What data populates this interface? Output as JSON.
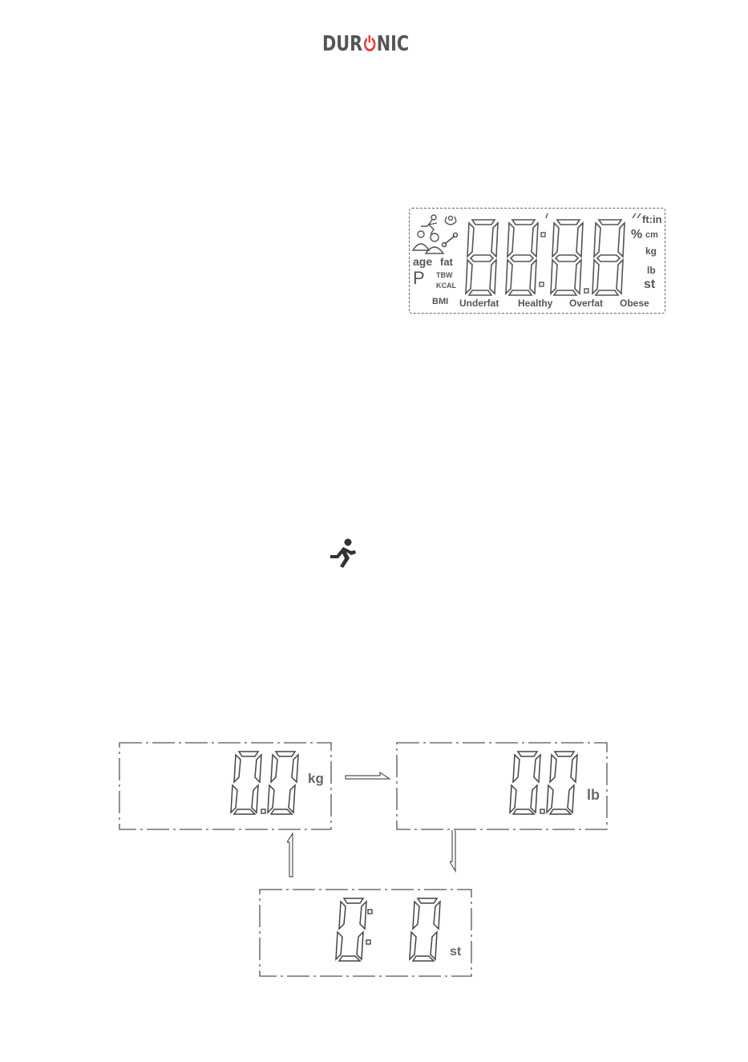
{
  "brand": {
    "left": "DUR",
    "right": "NIC",
    "accent_color": "#e53935"
  },
  "lcd_full": {
    "digits": [
      "8",
      "8",
      "8",
      "8"
    ],
    "left_labels": {
      "age": "age",
      "fat": "fat",
      "tbw": "TBW",
      "kcal": "KCAL",
      "p": "P",
      "bmi": "BMI"
    },
    "units": {
      "ftin": "ft:in",
      "percent": "%",
      "cm": "cm",
      "kg": "kg",
      "lb": "lb",
      "st": "st"
    },
    "scale_labels": [
      "Underfat",
      "Healthy",
      "Overfat",
      "Obese"
    ]
  },
  "icon_names": [
    "athlete-icon",
    "runner-icon",
    "user-icon",
    "muscle-icon",
    "bone-icon"
  ],
  "displays": {
    "kg": {
      "value": "0.0",
      "unit": "kg"
    },
    "lb": {
      "value": "0.0",
      "unit": "lb"
    },
    "st": {
      "value_left": "0",
      "value_right": "0",
      "unit": "st"
    }
  }
}
